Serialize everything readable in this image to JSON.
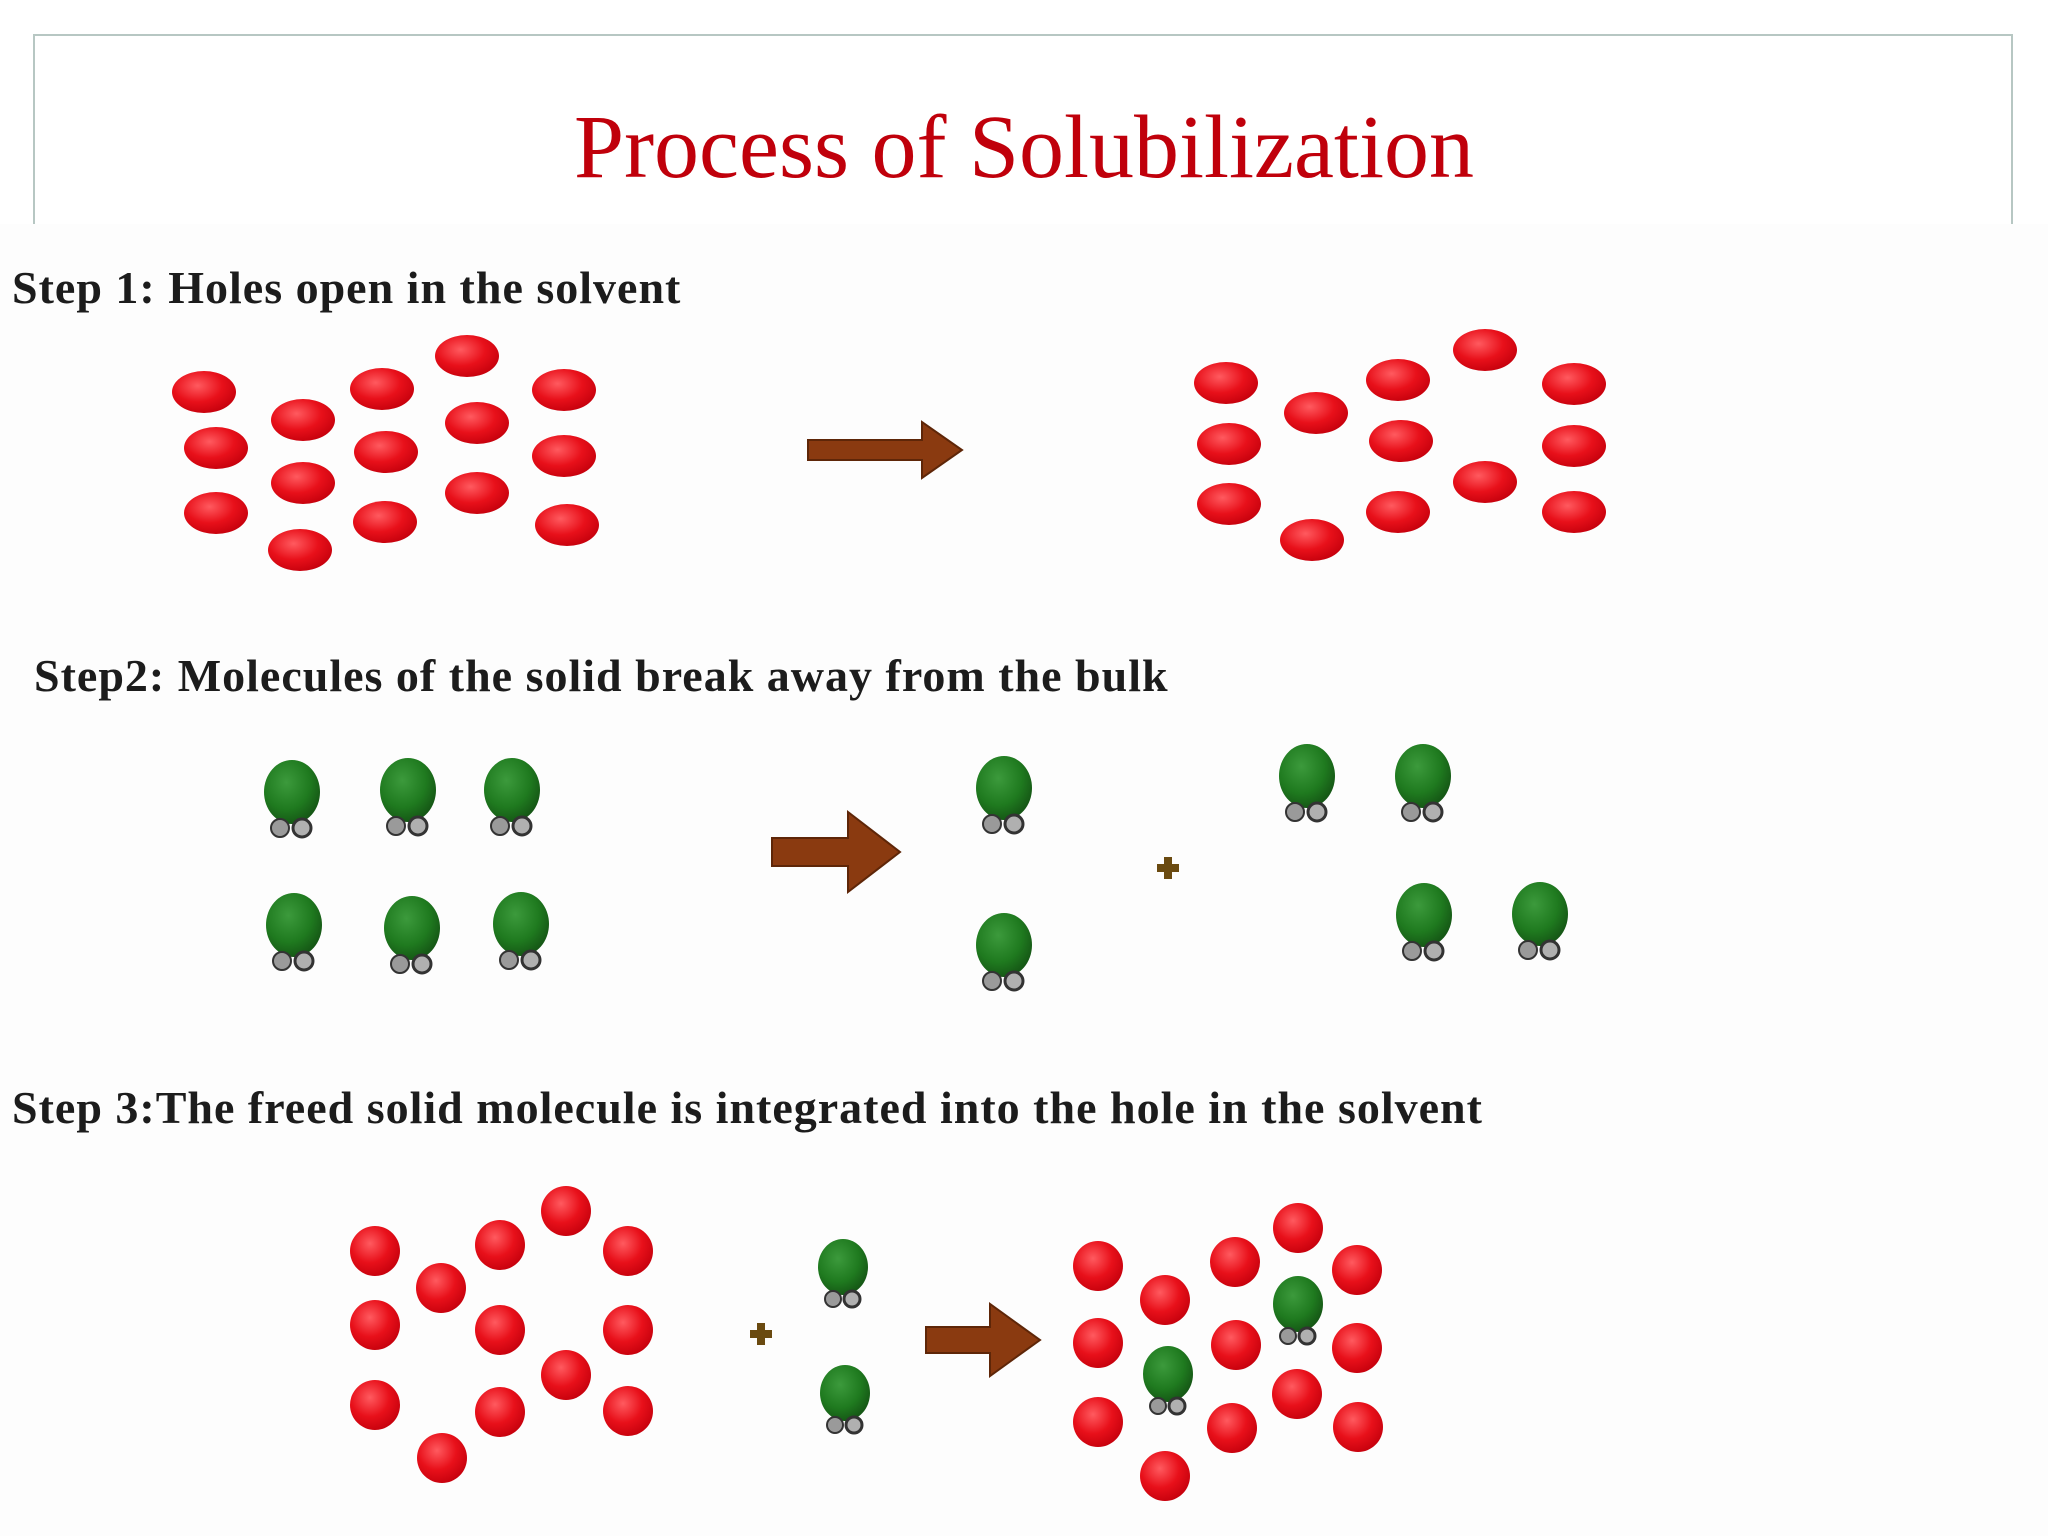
{
  "slide": {
    "title": "Process of Solubilization"
  },
  "steps": [
    {
      "label": "Step 1: Holes open in the solvent"
    },
    {
      "label": "Step2: Molecules of the solid break away from the bulk"
    },
    {
      "label": "Step 3:The freed solid molecule is integrated into the hole in the solvent"
    }
  ],
  "colors": {
    "title": "#c0000b",
    "solvent_particle": "#e8101a",
    "solute_molecule": "#1f7a1f",
    "arrow": "#8a3a10",
    "frame": "#b7c7c3"
  }
}
